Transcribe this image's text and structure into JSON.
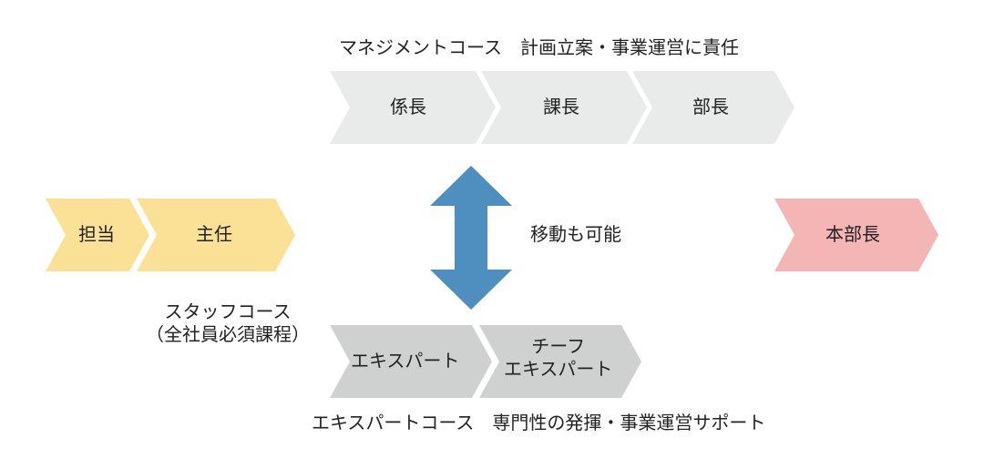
{
  "management": {
    "heading": "マネジメントコース　計画立案・事業運営に責任",
    "steps": [
      "係長",
      "課長",
      "部長"
    ],
    "color": "#e9ebea"
  },
  "staff": {
    "steps": [
      "担当",
      "主任"
    ],
    "course_label": "スタッフコース\n（全社員必須課程）",
    "color": "#fbe196"
  },
  "expert": {
    "steps": [
      "エキスパート",
      "チーフ\nエキスパート"
    ],
    "heading": "エキスパートコース　専門性の発揮・事業運営サポート",
    "color": "#cfd1d0"
  },
  "transfer": {
    "label": "移動も可能",
    "arrow_color": "#4f8fbf",
    "icon": "double-headed-vertical-arrow"
  },
  "top": {
    "label": "本部長",
    "color": "#f4b6b4"
  }
}
